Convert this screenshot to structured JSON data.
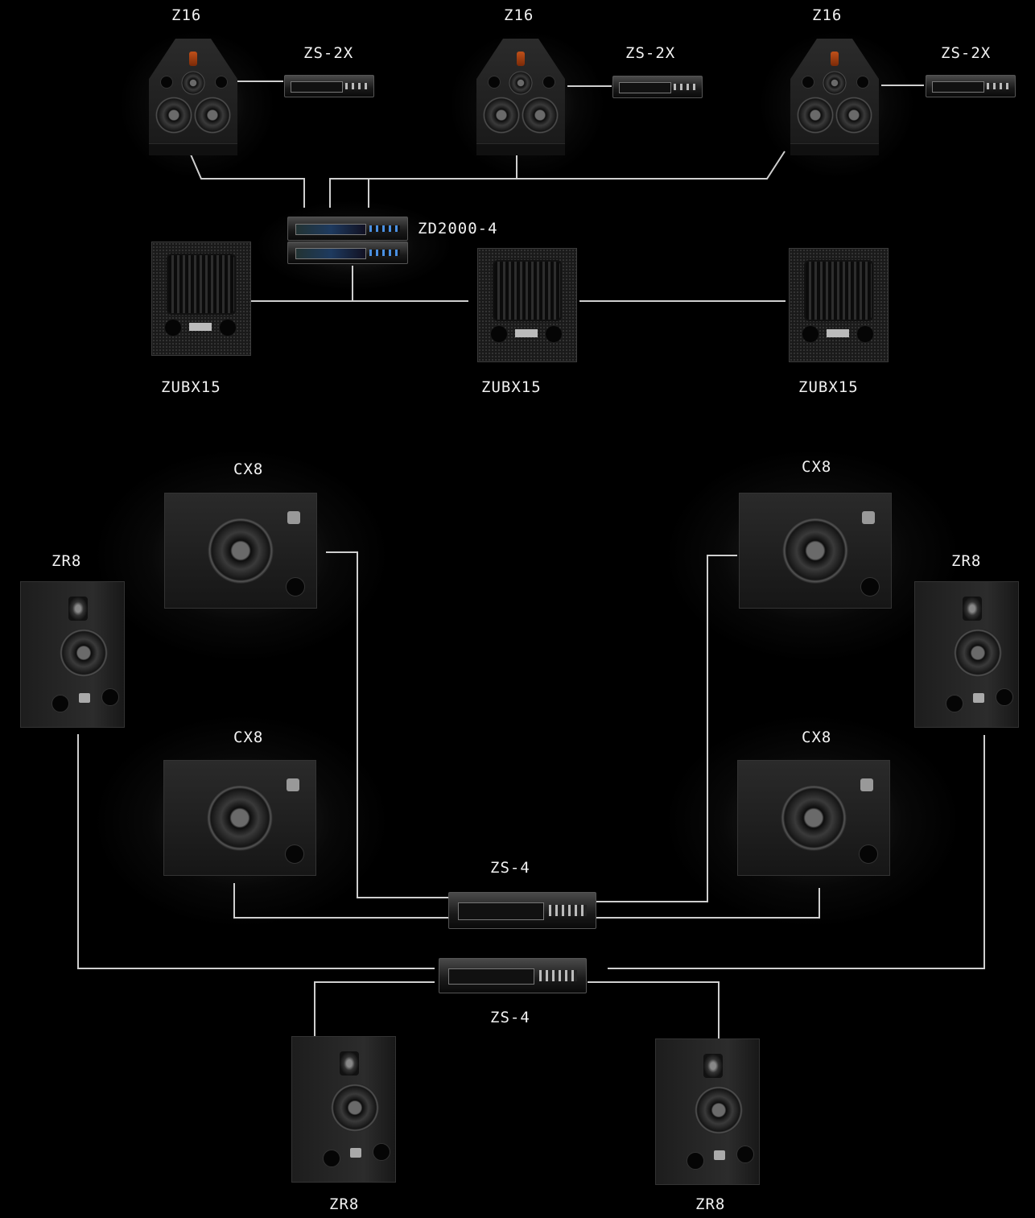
{
  "labels": {
    "z16_1": "Z16",
    "z16_2": "Z16",
    "z16_3": "Z16",
    "zs2x_1": "ZS-2X",
    "zs2x_2": "ZS-2X",
    "zs2x_3": "ZS-2X",
    "zd2000": "ZD2000-4",
    "zubx_1": "ZUBX15",
    "zubx_2": "ZUBX15",
    "zubx_3": "ZUBX15",
    "cx8_tl": "CX8",
    "cx8_tr": "CX8",
    "cx8_bl": "CX8",
    "cx8_br": "CX8",
    "zr8_l": "ZR8",
    "zr8_r": "ZR8",
    "zr8_bl": "ZR8",
    "zr8_br": "ZR8",
    "zs4_top": "ZS-4",
    "zs4_bottom": "ZS-4"
  },
  "colors": {
    "background": "#000000",
    "wire": "#cfcfcf",
    "text": "#f2f2f2"
  },
  "icons": {
    "z16": "studio-main-monitor-icon",
    "amp": "power-amplifier-icon",
    "sub": "subwoofer-icon",
    "cx8": "ceiling-speaker-icon",
    "zr8": "surround-speaker-icon"
  }
}
